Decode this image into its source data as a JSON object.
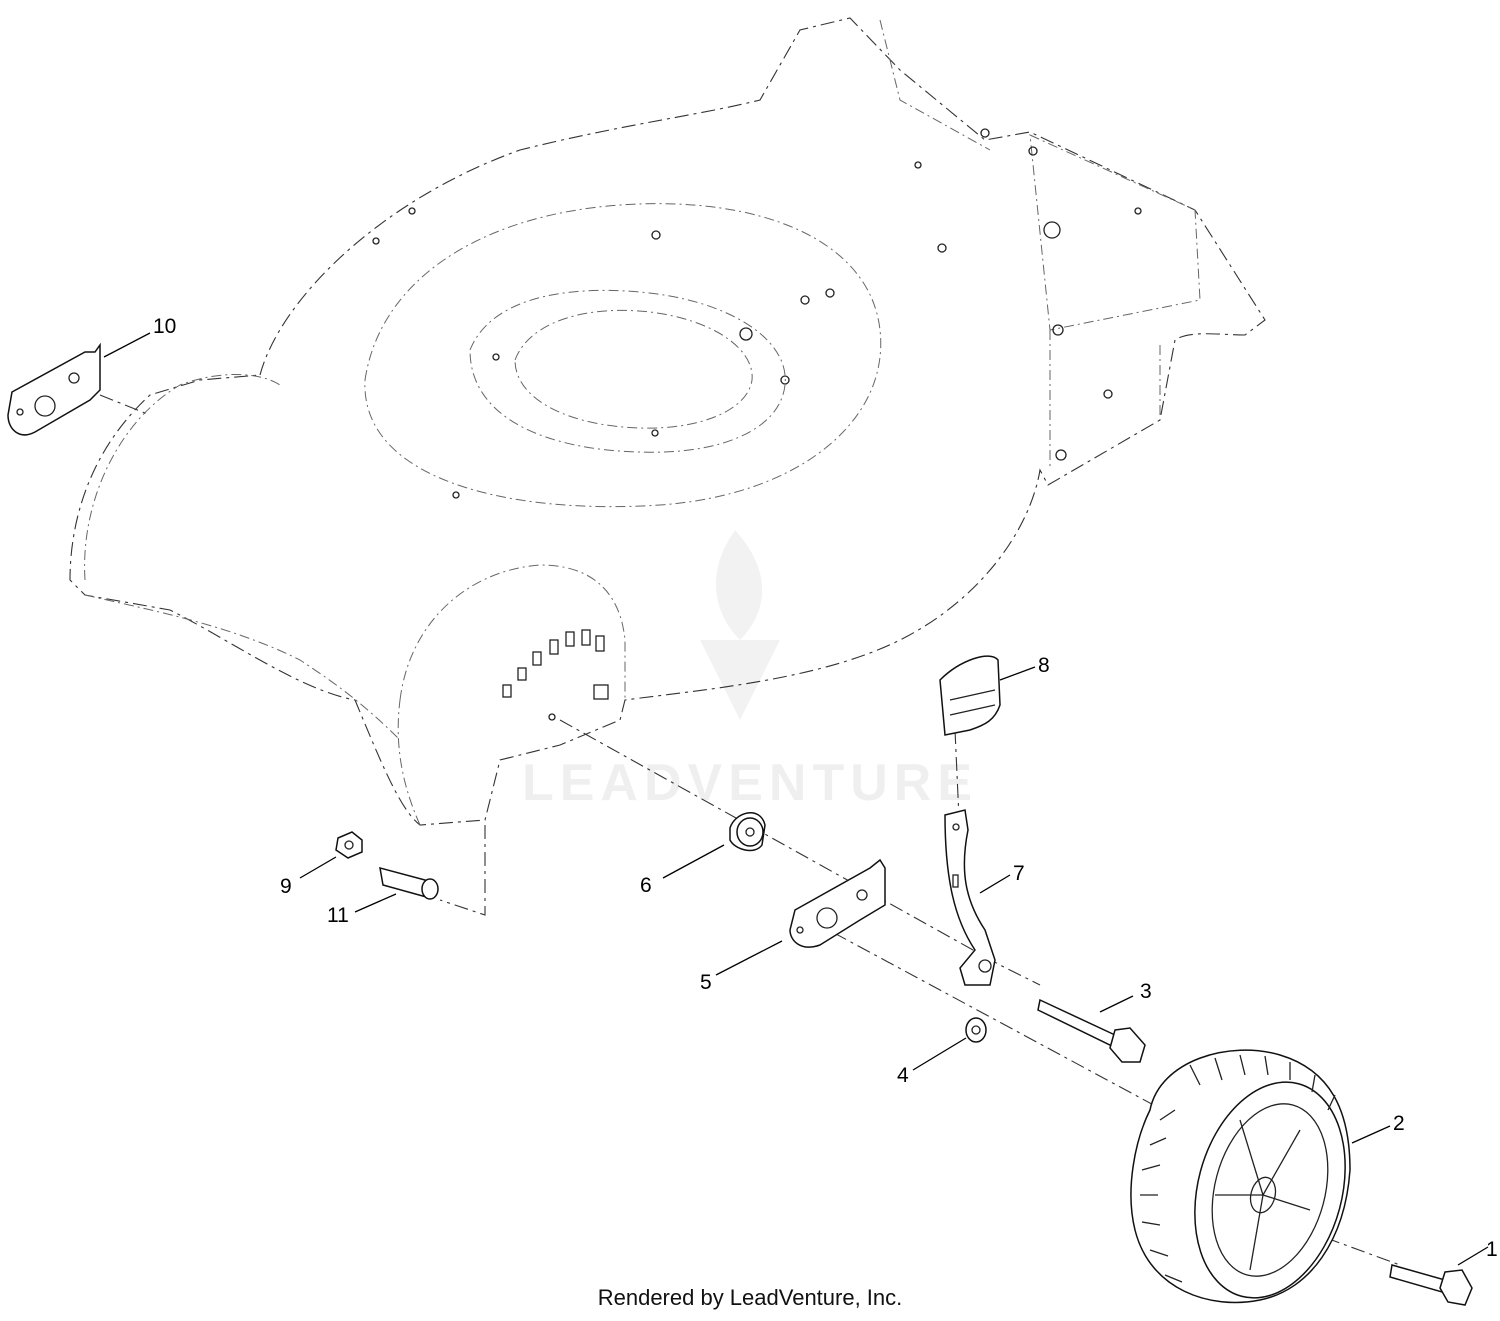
{
  "callouts": [
    {
      "id": "1",
      "label": "1"
    },
    {
      "id": "2",
      "label": "2"
    },
    {
      "id": "3",
      "label": "3"
    },
    {
      "id": "4",
      "label": "4"
    },
    {
      "id": "5",
      "label": "5"
    },
    {
      "id": "6",
      "label": "6"
    },
    {
      "id": "7",
      "label": "7"
    },
    {
      "id": "8",
      "label": "8"
    },
    {
      "id": "9",
      "label": "9"
    },
    {
      "id": "10",
      "label": "10"
    },
    {
      "id": "11",
      "label": "11"
    }
  ],
  "watermark": "LEADVENTURE",
  "footer": "Rendered by LeadVenture, Inc."
}
